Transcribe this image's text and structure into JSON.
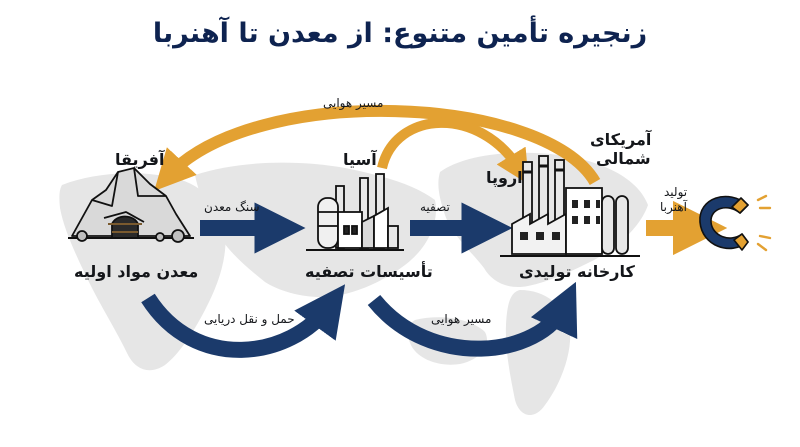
{
  "title": "زنجیره تأمین متنوع: از معدن تا آهنربا",
  "regions": {
    "africa": "آفریقا",
    "asia": "آسیا",
    "europe": "اروپا",
    "north_america_line1": "آمریکای",
    "north_america_line2": "شمالی"
  },
  "nodes": {
    "mine": "معدن مواد اولیه",
    "refinery": "تأسیسات تصفیه",
    "factory": "کارخانه تولیدی"
  },
  "flows": {
    "air_route_top": "مسیر هوایی",
    "ore": "سنگ معدن",
    "refining": "تصفیه",
    "magnet_production_line1": "تولید",
    "magnet_production_line2": "آهنربا",
    "sea_freight": "حمل و نقل دریایی",
    "air_route_bottom": "مسیر هوایی"
  },
  "colors": {
    "navy": "#1b3a6b",
    "gold": "#e3a132",
    "map": "#e6e6e6"
  }
}
